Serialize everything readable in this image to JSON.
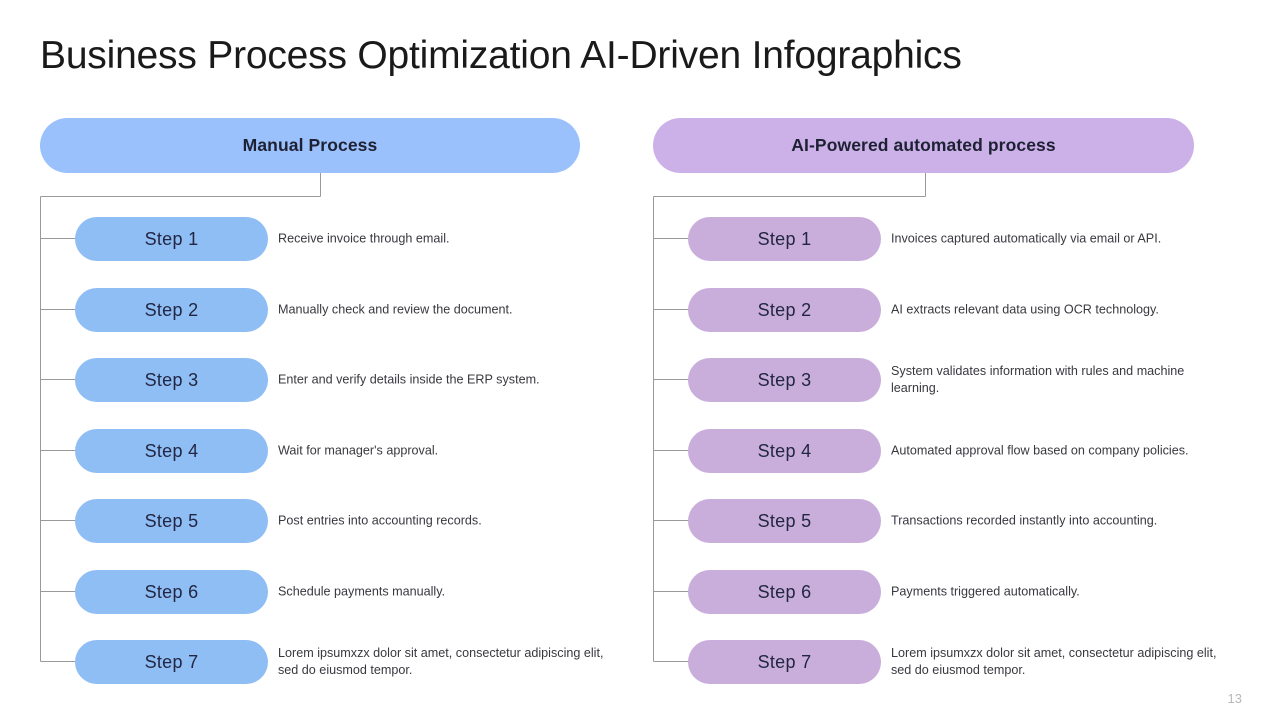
{
  "slide": {
    "title": "Business Process Optimization AI-Driven Infographics",
    "page_number": "13",
    "background_color": "#ffffff"
  },
  "columns": [
    {
      "id": "manual",
      "header_label": "Manual Process",
      "header_color": "#9ac1fb",
      "pill_color": "#8fbef5",
      "connector_color": "#9a9a9a",
      "steps": [
        {
          "label": "Step 1",
          "description": "Receive invoice through email."
        },
        {
          "label": "Step 2",
          "description": "Manually check and review the document."
        },
        {
          "label": "Step 3",
          "description": "Enter and verify details inside the ERP system."
        },
        {
          "label": "Step 4",
          "description": "Wait for manager's approval."
        },
        {
          "label": "Step 5",
          "description": "Post entries into accounting records."
        },
        {
          "label": "Step 6",
          "description": "Schedule payments manually."
        },
        {
          "label": "Step 7",
          "description": "Lorem ipsumxzx dolor sit amet, consectetur adipiscing elit, sed do eiusmod tempor."
        }
      ]
    },
    {
      "id": "ai",
      "header_label": "AI-Powered automated process",
      "header_color": "#cbb1e8",
      "pill_color": "#c9aedc",
      "connector_color": "#9a9a9a",
      "steps": [
        {
          "label": "Step 1",
          "description": "Invoices captured automatically via email or API."
        },
        {
          "label": "Step 2",
          "description": "AI extracts relevant data using OCR technology."
        },
        {
          "label": "Step 3",
          "description": "System validates information with rules and machine learning."
        },
        {
          "label": "Step 4",
          "description": "Automated approval flow based on company policies."
        },
        {
          "label": "Step 5",
          "description": "Transactions recorded instantly into accounting."
        },
        {
          "label": "Step 6",
          "description": "Payments triggered automatically."
        },
        {
          "label": "Step 7",
          "description": "Lorem ipsumxzx dolor sit amet, consectetur adipiscing elit, sed do eiusmod tempor."
        }
      ]
    }
  ]
}
